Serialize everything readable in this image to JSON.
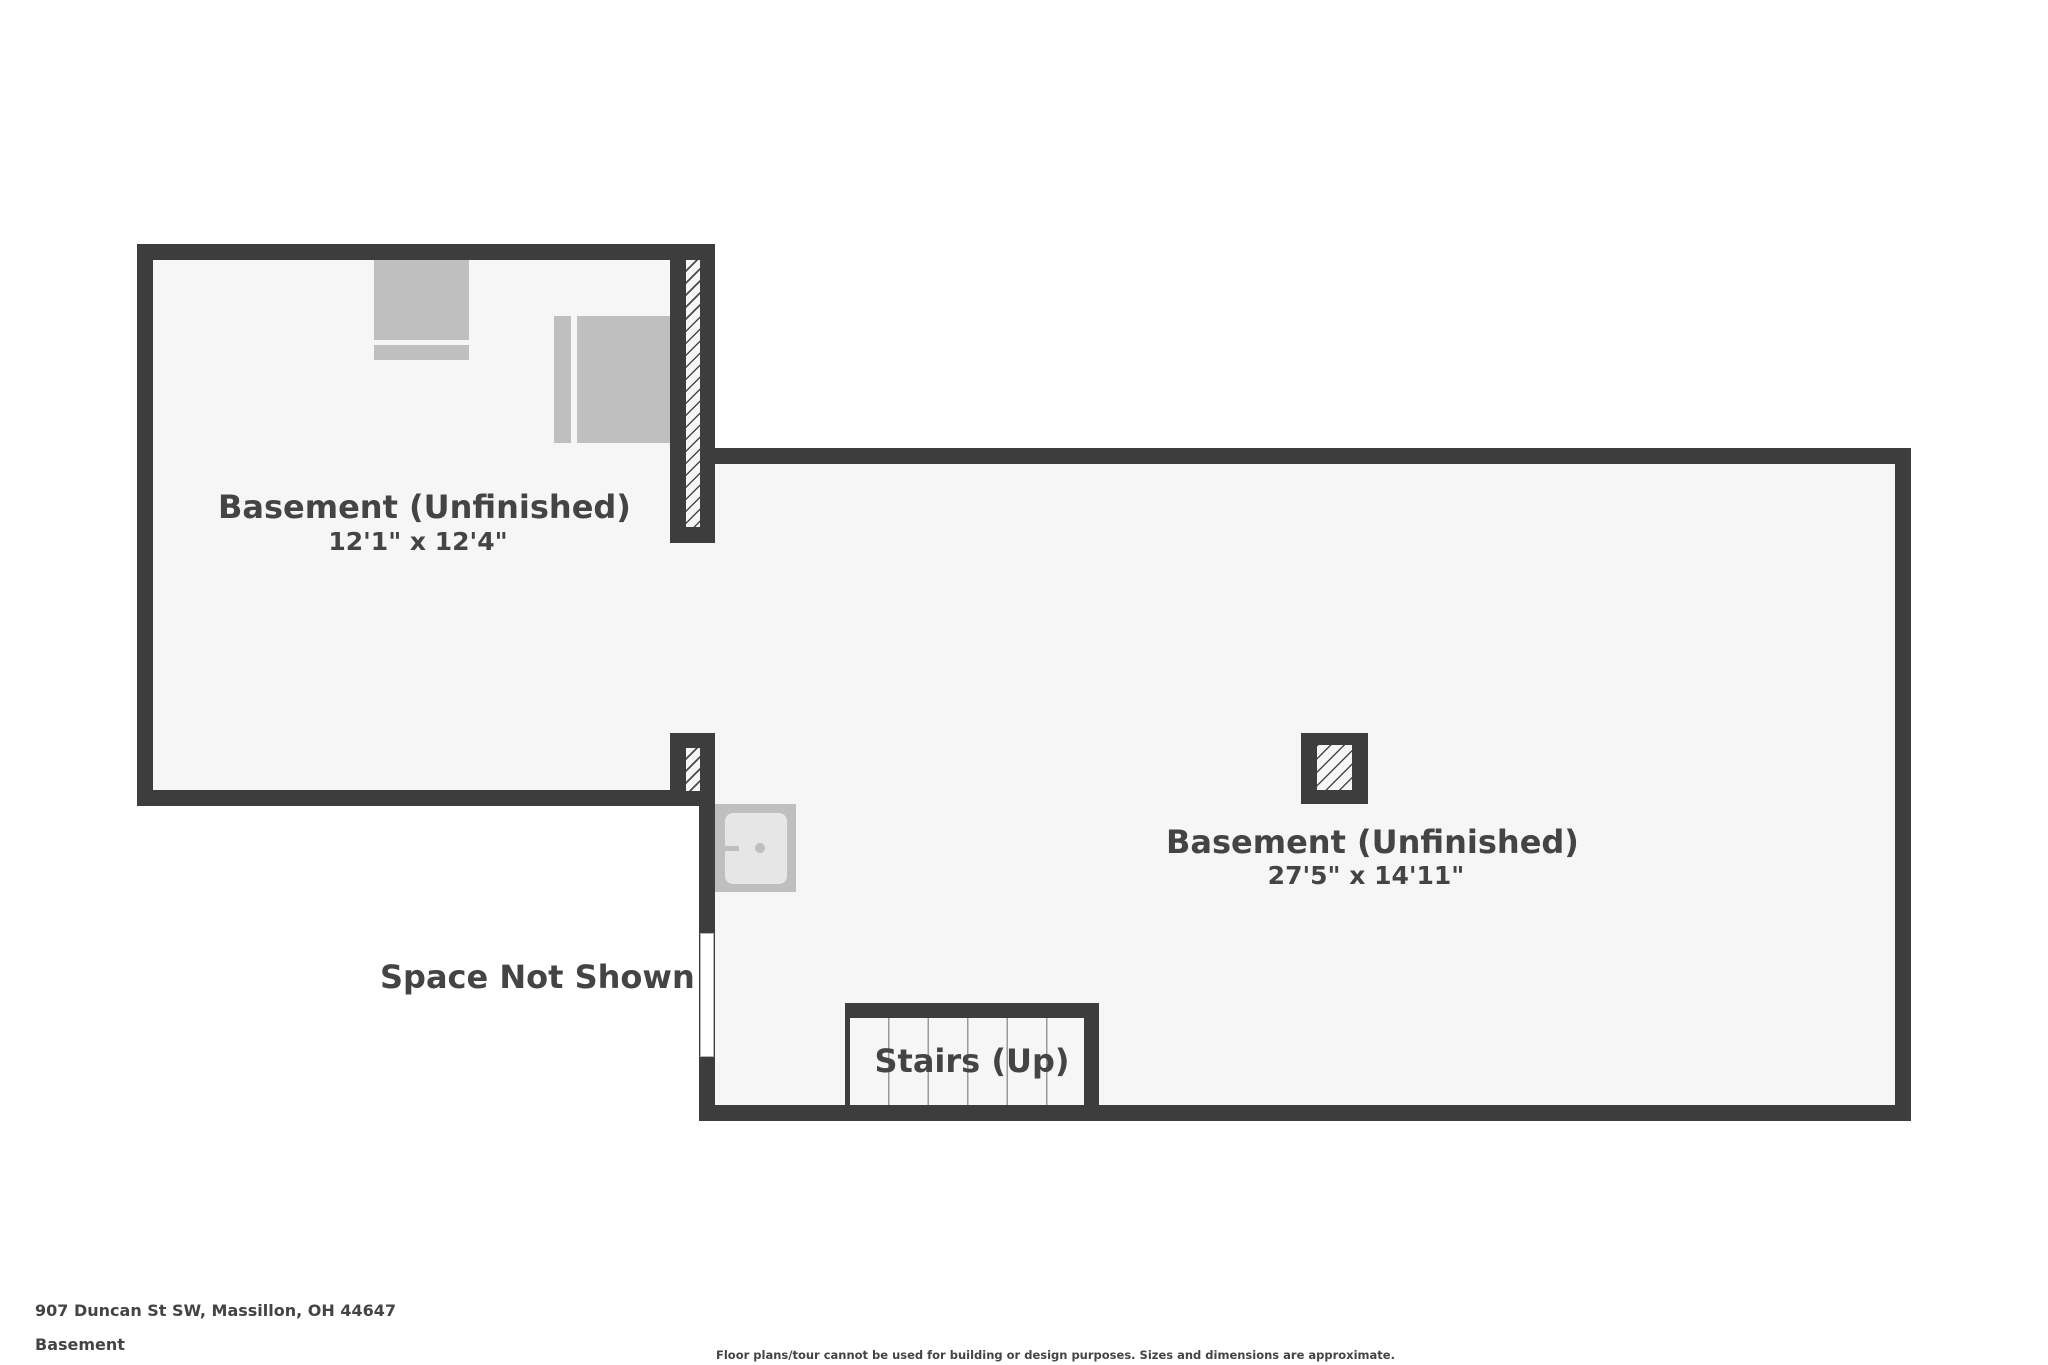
{
  "plan": {
    "floor_name": "Basement",
    "colors": {
      "wall": "#3d3d3d",
      "floor": "#f6f6f6",
      "fixture": "#bfbfbf",
      "text": "#444444",
      "background": "#ffffff"
    },
    "rooms": [
      {
        "name": "Basement (Unfinished)",
        "dimensions": "12'1\" x 12'4\""
      },
      {
        "name": "Basement (Unfinished)",
        "dimensions": "27'5\" x 14'11\""
      }
    ],
    "stairs": {
      "label": "Stairs (Up)"
    },
    "space_not_shown": "Space Not Shown",
    "fixtures": [
      "washer",
      "dryer",
      "utility-sink",
      "support-column"
    ]
  },
  "footer": {
    "address": "907 Duncan St SW, Massillon, OH 44647",
    "floor_label": "Basement",
    "disclaimer": "Floor plans/tour cannot be used for building or design purposes. Sizes and dimensions are approximate."
  }
}
